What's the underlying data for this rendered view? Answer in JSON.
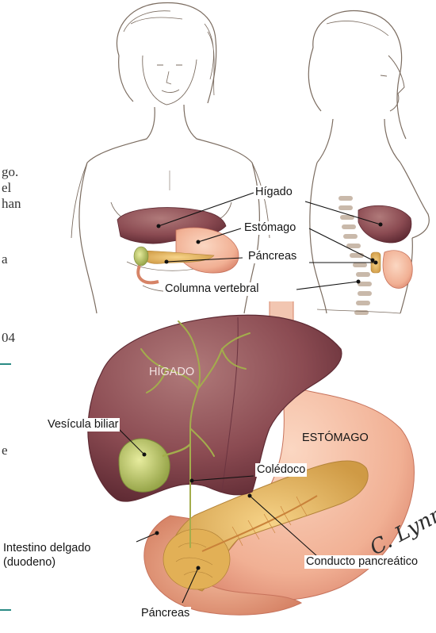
{
  "left_margin_text": [
    "go.",
    "el",
    "han",
    "a",
    "04",
    "e"
  ],
  "labels": {
    "higado": "Hígado",
    "estomago": "Estómago",
    "pancreas_top": "Páncreas",
    "columna": "Columna vertebral",
    "higado_caps": "HÍGADO",
    "estomago_caps": "ESTÓMAGO",
    "vesicula": "Vesícula biliar",
    "coledoco": "Colédoco",
    "intestino_1": "Intestino delgado",
    "intestino_2": "(duodeno)",
    "conducto": "Conducto pancreático",
    "pancreas_bottom": "Páncreas"
  },
  "signature": "C. Lynm",
  "colors": {
    "accent_rule": "#2a8a84",
    "liver": "#8a4a4f",
    "stomach": "#f0b49a",
    "pancreas": "#e2b056",
    "gallbladder": "#b9c46a",
    "sketch": "#7a6a5f"
  }
}
